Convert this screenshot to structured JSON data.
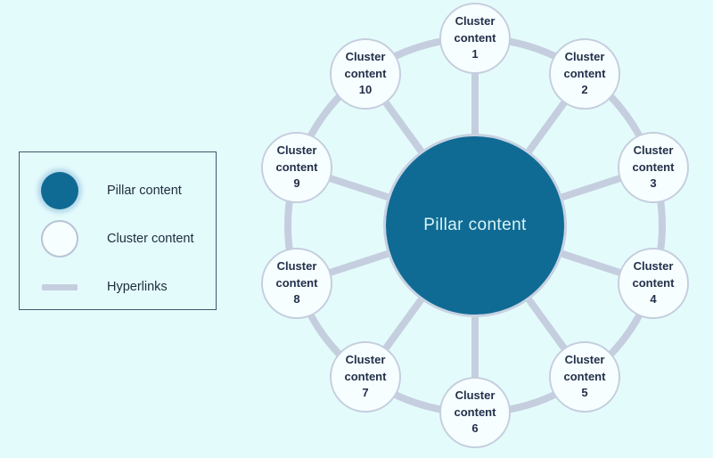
{
  "legend": {
    "items": [
      {
        "swatch": "pillar-circle",
        "label": "Pillar content"
      },
      {
        "swatch": "cluster-circle",
        "label": "Cluster content"
      },
      {
        "swatch": "hyperlink-line",
        "label": "Hyperlinks"
      }
    ]
  },
  "diagram": {
    "pillar_label": "Pillar content",
    "clusters": [
      {
        "label": "Cluster content",
        "number": "1"
      },
      {
        "label": "Cluster content",
        "number": "2"
      },
      {
        "label": "Cluster content",
        "number": "3"
      },
      {
        "label": "Cluster content",
        "number": "4"
      },
      {
        "label": "Cluster content",
        "number": "5"
      },
      {
        "label": "Cluster content",
        "number": "6"
      },
      {
        "label": "Cluster content",
        "number": "7"
      },
      {
        "label": "Cluster content",
        "number": "8"
      },
      {
        "label": "Cluster content",
        "number": "9"
      },
      {
        "label": "Cluster content",
        "number": "10"
      }
    ]
  },
  "colors": {
    "background": "#e4fbfc",
    "pillar_fill": "#106b94",
    "pillar_text": "#d9f4f6",
    "hyperlink": "#c5cede",
    "cluster_fill": "#f7feff",
    "cluster_border": "#c5cede",
    "cluster_text": "#22304a",
    "legend_border": "#41596d",
    "legend_text": "#1d2c3c"
  }
}
